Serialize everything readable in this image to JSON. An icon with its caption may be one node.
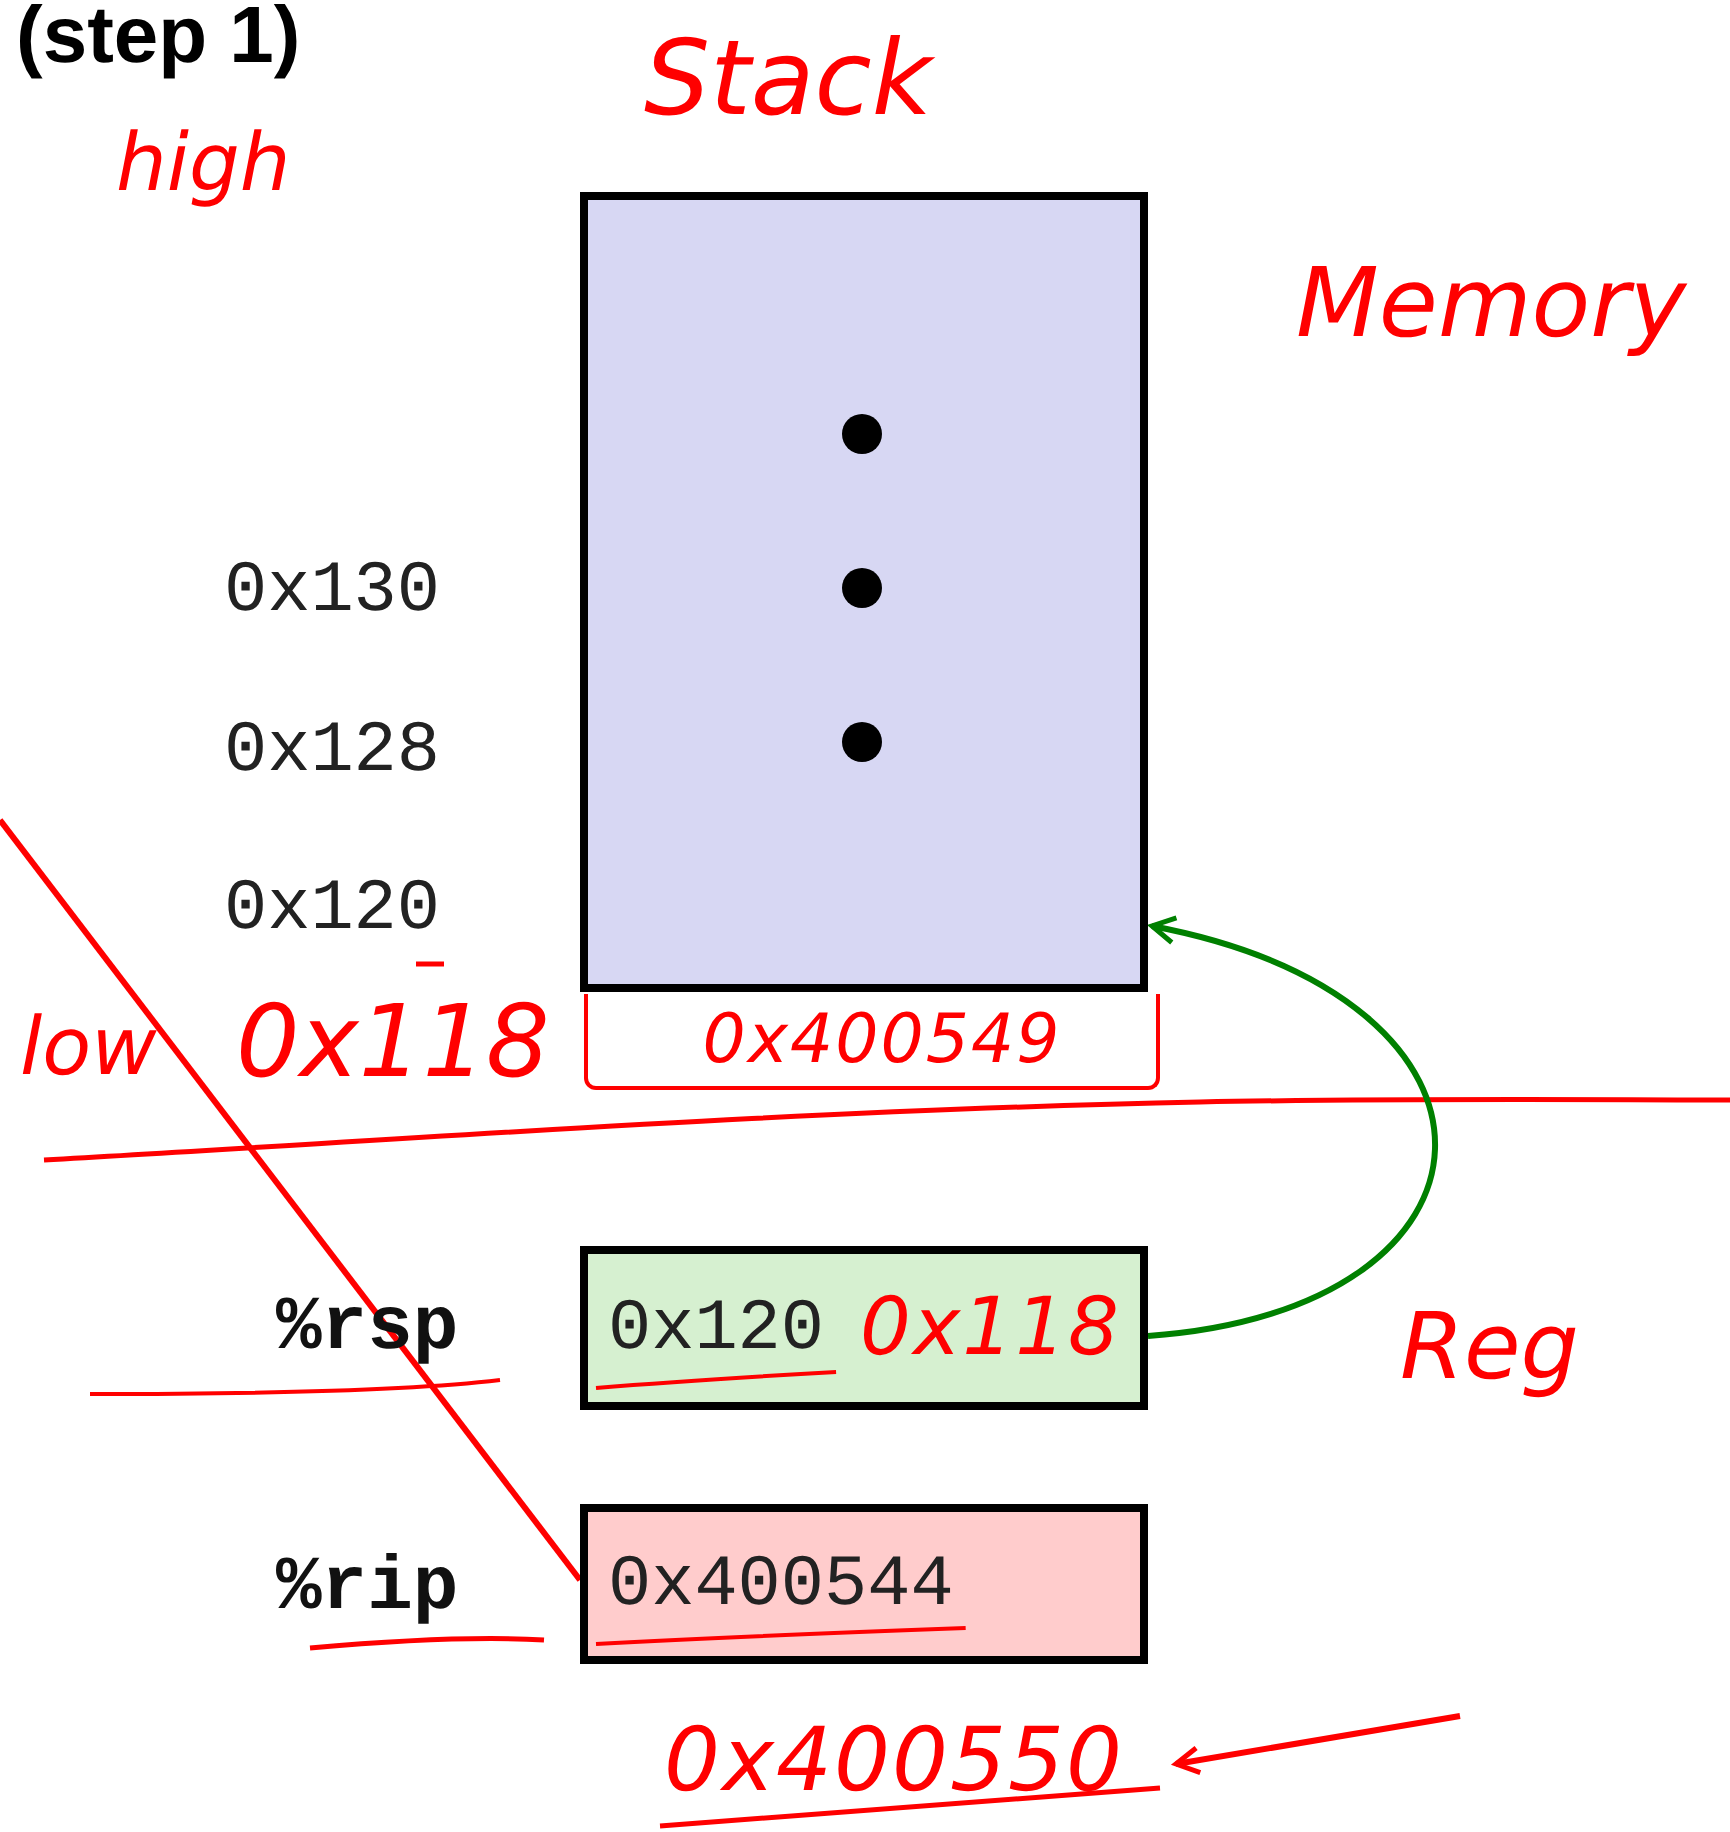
{
  "diagram": {
    "title": "(step 1)",
    "nodes": [
      {
        "text": [],
        "shape": "box",
        "beside": [
          "Stack"
        ]
      },
      {
        "text": [
          "0x400549"
        ]
      },
      {
        "text": [
          "0x120",
          "0x118"
        ]
      },
      {
        "text": [
          "0x400544"
        ]
      },
      {
        "text": [
          "0x400550"
        ]
      }
    ],
    "edges": [
      {
        "from": 2,
        "to": 0,
        "arrow": "to",
        "color": "#008000"
      },
      {
        "from": null,
        "to": 4,
        "arrow": "to"
      },
      {
        "from": null,
        "to": 3,
        "arrow": "none"
      }
    ],
    "labels": [
      "high",
      "Memory",
      "0x130",
      "0x128",
      "0x120",
      "low",
      "0x118",
      "%rsp",
      "Reg",
      "%rip"
    ]
  }
}
